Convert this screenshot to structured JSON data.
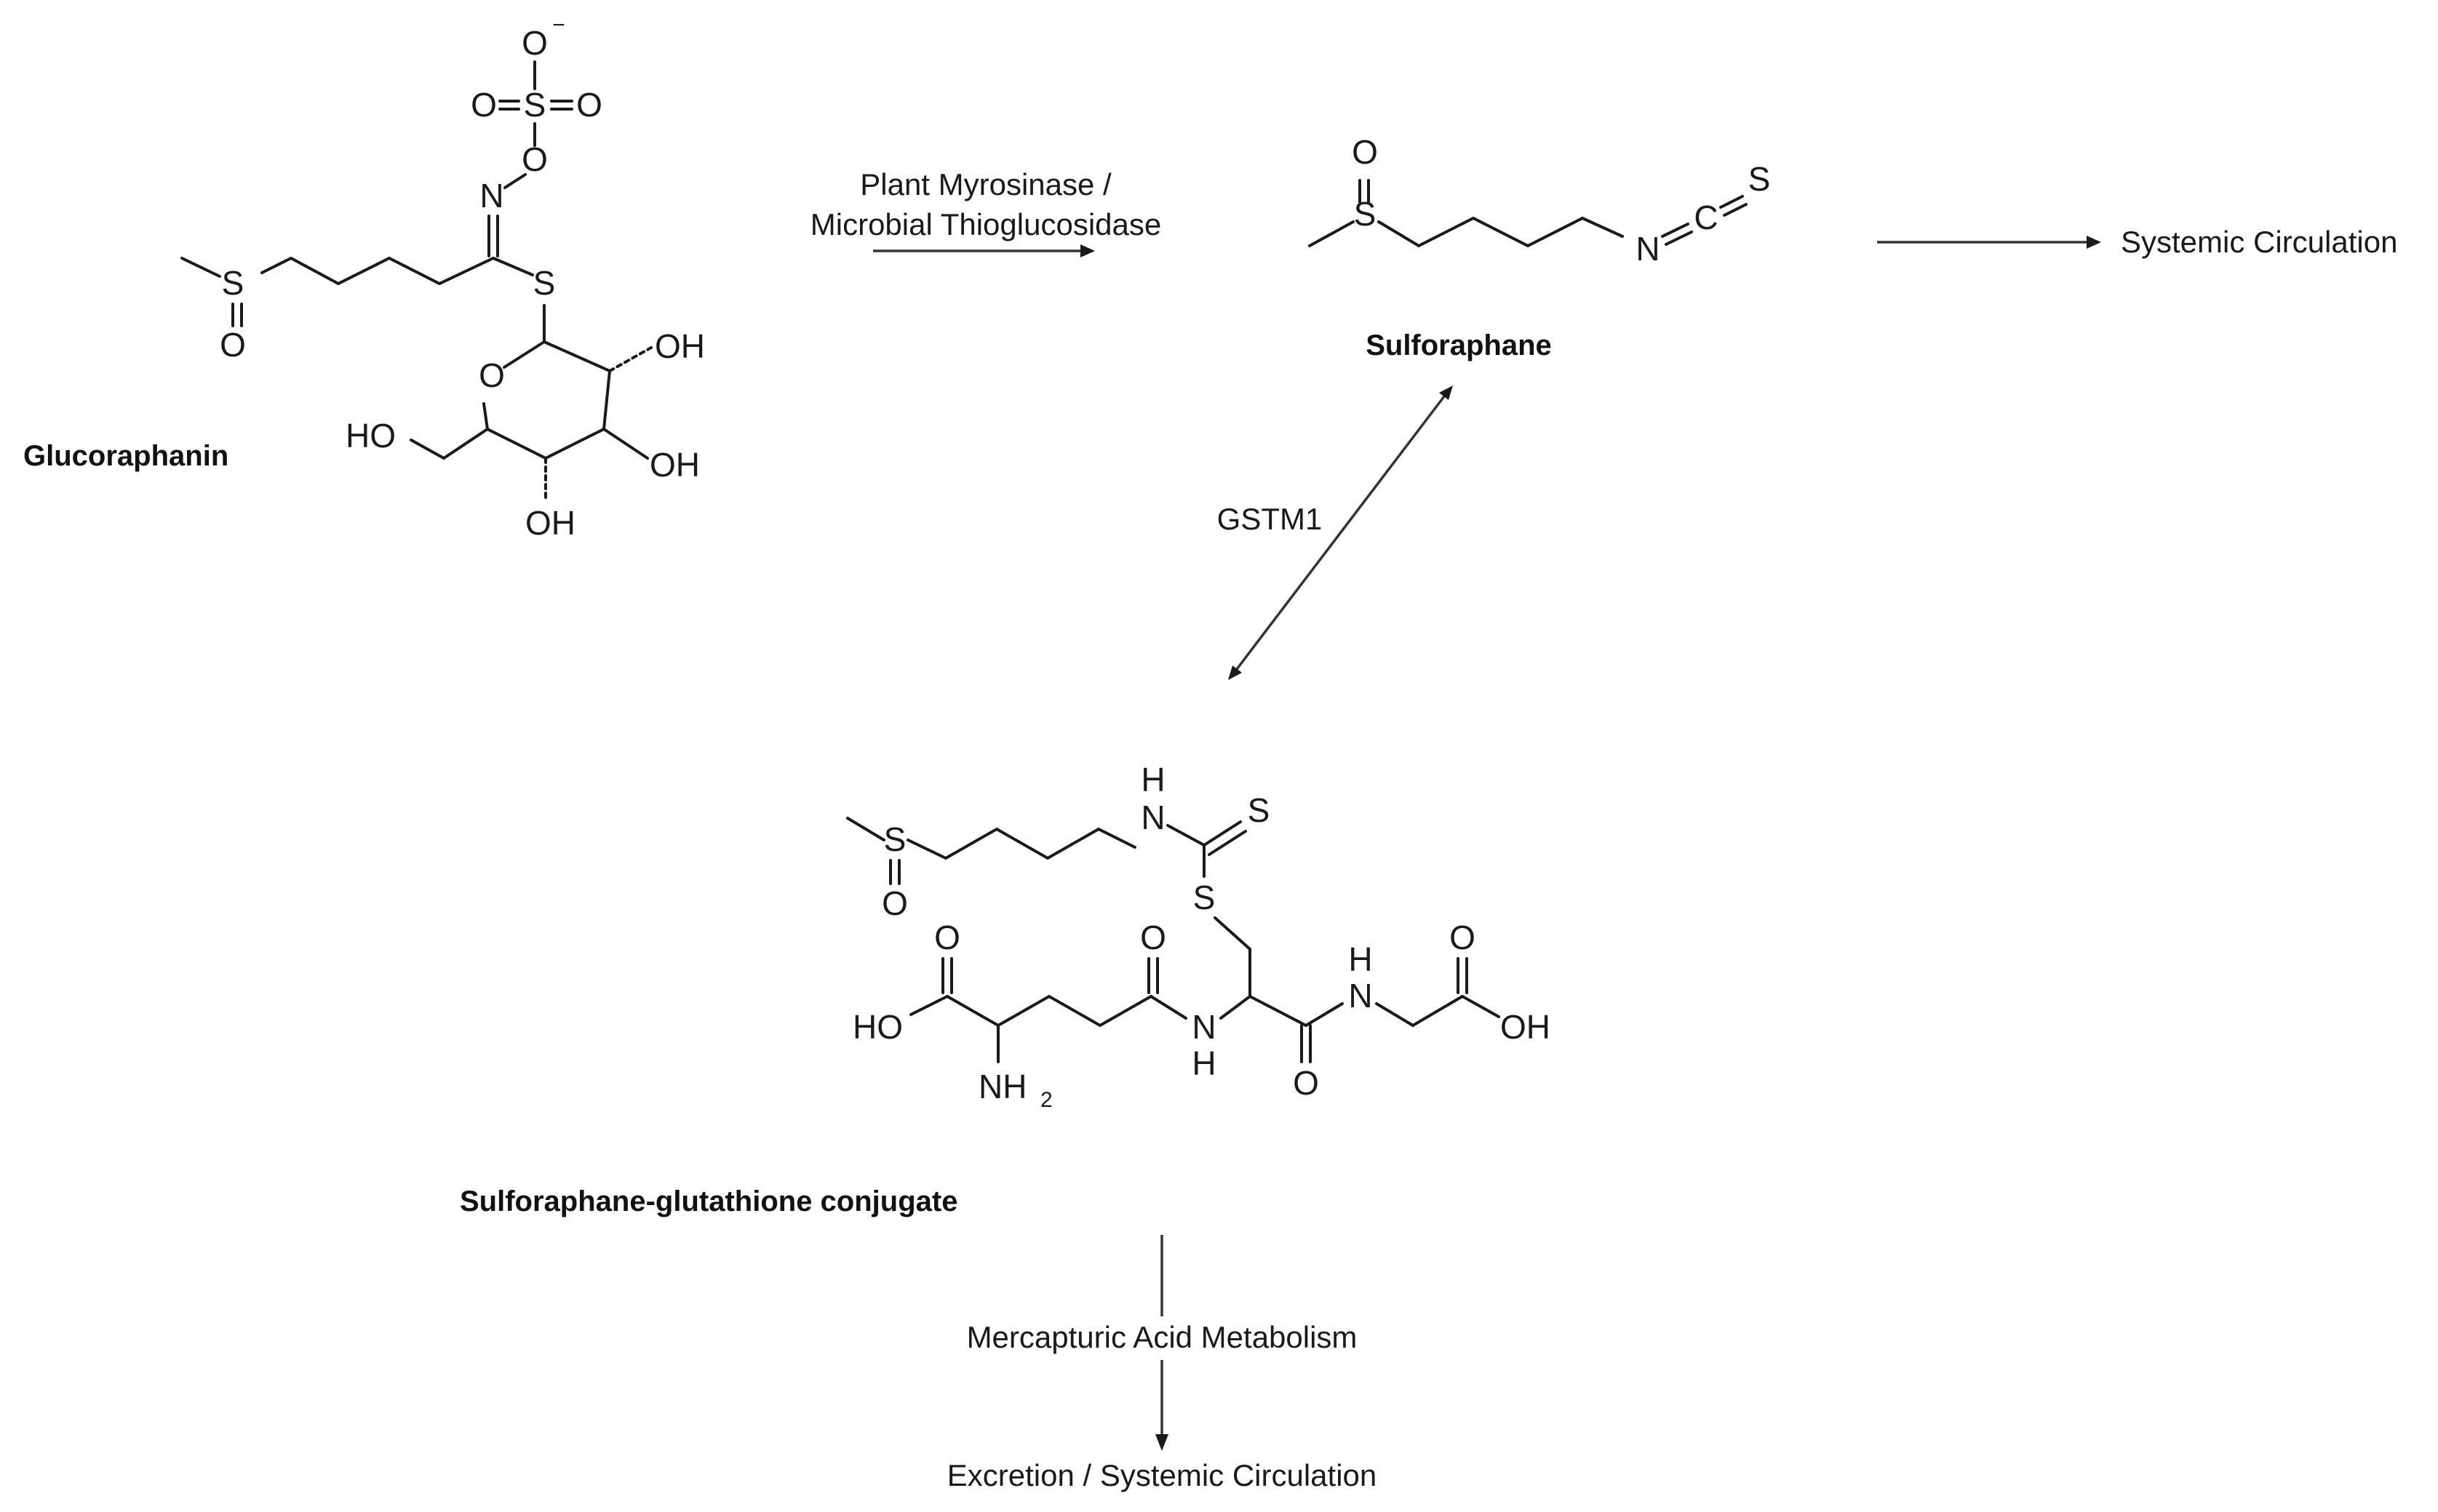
{
  "compounds": {
    "glucoraphanin": "Glucoraphanin",
    "sulforaphane": "Sulforaphane",
    "conjugate": "Sulforaphane-glutathione conjugate"
  },
  "steps": {
    "enzyme_line1": "Plant Myrosinase /",
    "enzyme_line2": "Microbial Thioglucosidase",
    "gstm1": "GSTM1",
    "mercapturic": "Mercapturic Acid Metabolism"
  },
  "outcomes": {
    "systemic": "Systemic Circulation",
    "excretion": "Excretion / Systemic Circulation"
  },
  "atoms": {
    "O": "O",
    "S": "S",
    "N": "N",
    "H": "H",
    "C": "C",
    "OH": "OH",
    "HO": "HO",
    "NH": "NH",
    "minus": "−",
    "two": "2"
  }
}
